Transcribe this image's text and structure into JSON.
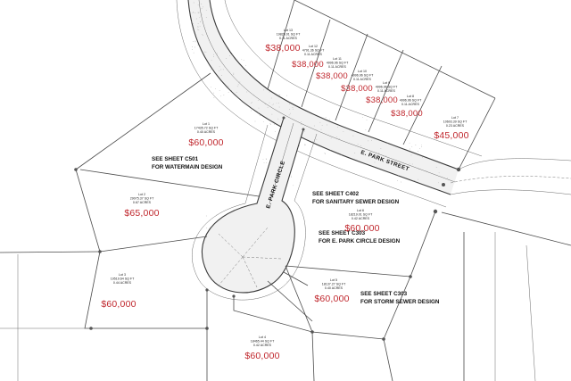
{
  "streets": {
    "park_street": "E. PARK STREET",
    "park_circle": "E. PARK CIRCLE"
  },
  "callouts": {
    "watermain": [
      "SEE SHEET C501",
      "FOR WATERMAIN DESIGN"
    ],
    "sanitary": [
      "SEE SHEET C402",
      "FOR SANITARY SEWER DESIGN"
    ],
    "park_circle": [
      "SEE SHEET C303",
      "FOR E. PARK CIRCLE DESIGN"
    ],
    "storm": [
      "SEE SHEET C303",
      "FOR STORM SEWER DESIGN"
    ]
  },
  "lots": [
    {
      "id": "lot13",
      "lines": [
        "Lot 13",
        "19828.01 SQ FT",
        "0.11 ACRES"
      ],
      "price": "$38,000"
    },
    {
      "id": "lot12",
      "lines": [
        "Lot 12",
        "4791.36 SQ FT",
        "0.11 ACRES"
      ],
      "price": "$38,000"
    },
    {
      "id": "lot11",
      "lines": [
        "Lot 11",
        "4996.96 SQ FT",
        "0.11 ACRES"
      ],
      "price": "$38,000"
    },
    {
      "id": "lot10",
      "lines": [
        "Lot 10",
        "4996.96 SQ FT",
        "0.11 ACRES"
      ],
      "price": "$38,000"
    },
    {
      "id": "lot9",
      "lines": [
        "Lot 9",
        "4996.96 SQ FT",
        "0.11 ACRES"
      ],
      "price": "$38,000"
    },
    {
      "id": "lot8",
      "lines": [
        "Lot 8",
        "4996.96 SQ FT",
        "0.11 ACRES"
      ],
      "price": "$38,000"
    },
    {
      "id": "lot7",
      "lines": [
        "Lot 7",
        "10603.39 SQ FT",
        "0.23 ACRES"
      ],
      "price": "$45,000"
    },
    {
      "id": "lot1",
      "lines": [
        "Lot 1",
        "17435.72 SQ FT",
        "0.40 ACRES"
      ],
      "price": "$60,000"
    },
    {
      "id": "lot2",
      "lines": [
        "Lot 2",
        "29075.37 SQ FT",
        "0.67 ACRES"
      ],
      "price": "$65,000"
    },
    {
      "id": "lot3",
      "lines": [
        "Lot 3",
        "19519.64 SQ FT",
        "0.44 ACRES"
      ],
      "price": "$60,000"
    },
    {
      "id": "lot4",
      "lines": [
        "Lot 4",
        "18465.44 SQ FT",
        "0.42 ACRES"
      ],
      "price": "$60,000"
    },
    {
      "id": "lot5",
      "lines": [
        "Lot 5",
        "18137.27 SQ FT",
        "0.40 ACRES"
      ],
      "price": "$60,000"
    },
    {
      "id": "lot6",
      "lines": [
        "Lot 6",
        "18219.01 SQ FT",
        "0.42 ACRES"
      ],
      "price": "$60,000"
    }
  ]
}
